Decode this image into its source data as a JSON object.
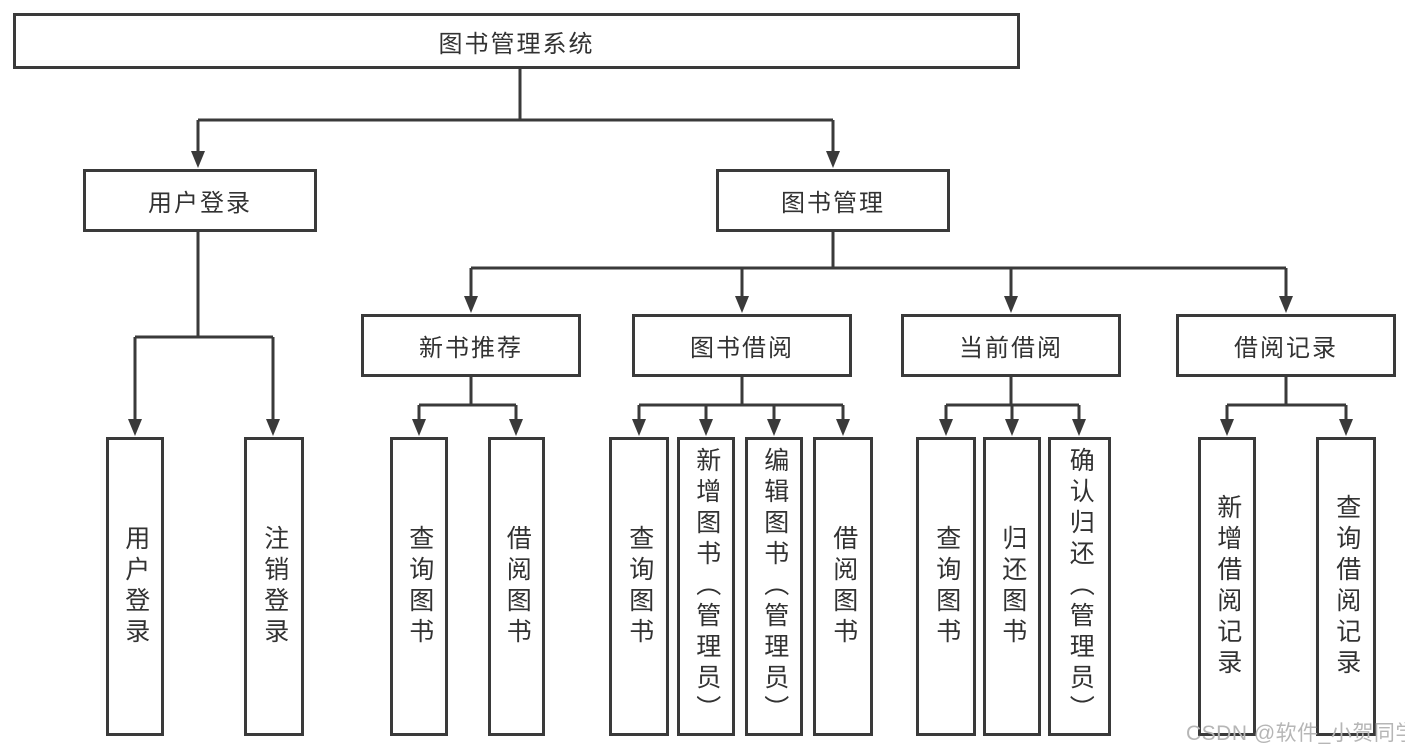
{
  "diagram": {
    "root": {
      "label": "图书管理系统"
    },
    "branches": [
      {
        "label": "用户登录",
        "children": [
          {
            "label": "用户登录"
          },
          {
            "label": "注销登录"
          }
        ]
      },
      {
        "label": "图书管理",
        "children": [
          {
            "label": "新书推荐",
            "children": [
              {
                "label": "查询图书"
              },
              {
                "label": "借阅图书"
              }
            ]
          },
          {
            "label": "图书借阅",
            "children": [
              {
                "label": "查询图书"
              },
              {
                "label": "新增图书（管理员）"
              },
              {
                "label": "编辑图书（管理员）"
              },
              {
                "label": "借阅图书"
              }
            ]
          },
          {
            "label": "当前借阅",
            "children": [
              {
                "label": "查询图书"
              },
              {
                "label": "归还图书"
              },
              {
                "label": "确认归还（管理员）"
              }
            ]
          },
          {
            "label": "借阅记录",
            "children": [
              {
                "label": "新增借阅记录"
              },
              {
                "label": "查询借阅记录"
              }
            ]
          }
        ]
      }
    ],
    "watermark": "CSDN @软件_小贺同学"
  },
  "colors": {
    "line": "#3a3a3a",
    "text": "#323232",
    "box_background": "#ffffff",
    "watermark": "#b6b6b6",
    "page_background": "#ffffff"
  }
}
